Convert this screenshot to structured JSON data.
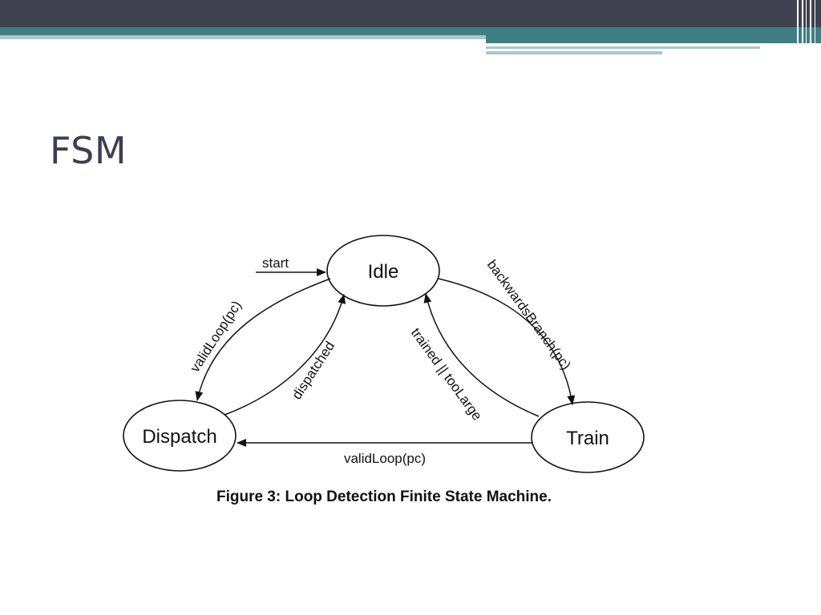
{
  "slide": {
    "title": "FSM"
  },
  "diagram": {
    "states": {
      "idle": "Idle",
      "dispatch": "Dispatch",
      "train": "Train"
    },
    "transitions": {
      "start": "start",
      "idle_to_dispatch": "validLoop(pc)",
      "dispatch_to_idle": "dispatched",
      "idle_to_train": "backwardsBranch(pc)",
      "train_to_idle": "trained || tooLarge",
      "train_to_dispatch": "validLoop(pc)"
    },
    "caption": "Figure 3: Loop Detection Finite State Machine."
  },
  "colors": {
    "header_dark": "#40414f",
    "header_teal": "#3f7f84",
    "header_light": "#a8c8cc",
    "title_text": "#3c3f52"
  }
}
